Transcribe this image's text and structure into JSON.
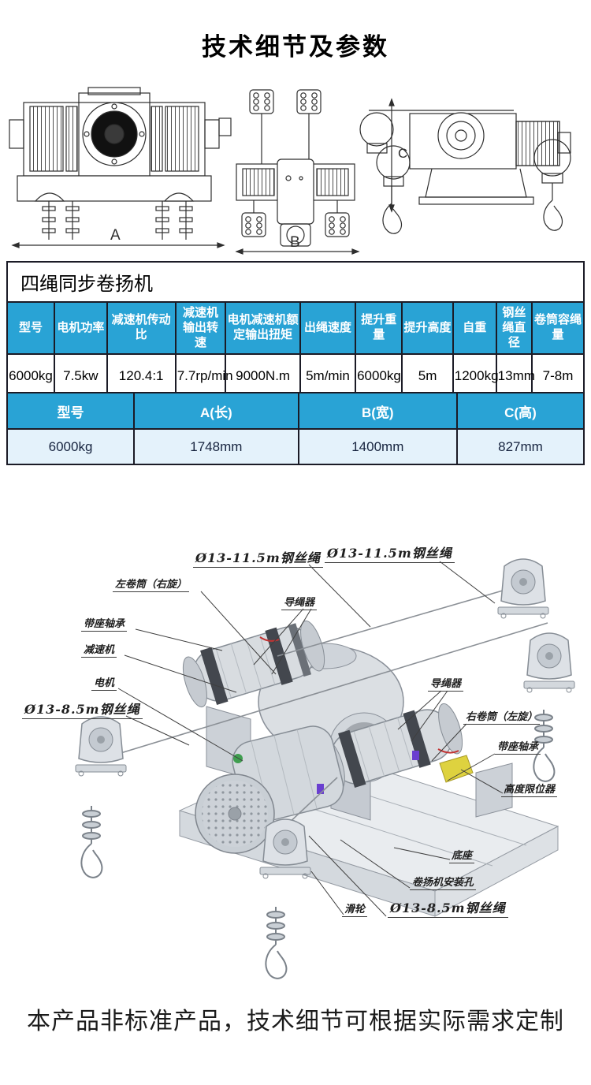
{
  "page": {
    "title": "技术细节及参数",
    "footer_note": "本产品非标准产品，技术细节可根据实际需求定制"
  },
  "colors": {
    "table_header_bg": "#29A3D5",
    "table_alt_row_bg": "#E4F2FB",
    "table_border": "#1B1B26",
    "drawing_stroke": "#2E2E2E",
    "render_gray": "#D8DCE0"
  },
  "drawings": {
    "dim_a": "A",
    "dim_b": "B",
    "dim_c": "C"
  },
  "spec_table": {
    "title": "四绳同步卷扬机",
    "headers": [
      "型号",
      "电机功率",
      "减速机传动比",
      "减速机输出转速",
      "电机减速机额定输出扭矩",
      "出绳速度",
      "提升重量",
      "提升高度",
      "自重",
      "钢丝绳直径",
      "卷筒容绳量"
    ],
    "row": [
      "6000kg",
      "7.5kw",
      "120.4:1",
      "7.7rp/min",
      "9000N.m",
      "5m/min",
      "6000kg",
      "5m",
      "1200kg",
      "13mm",
      "7-8m"
    ]
  },
  "dimension_table": {
    "headers": [
      "型号",
      "A(长)",
      "B(宽)",
      "C(高)"
    ],
    "row": [
      "6000kg",
      "1748mm",
      "1400mm",
      "827mm"
    ]
  },
  "diagram": {
    "labels": [
      {
        "text": "Ø13-11.5m钢丝绳"
      },
      {
        "text": "Ø13-11.5m钢丝绳"
      },
      {
        "text": "左卷筒（右旋）"
      },
      {
        "text": "导绳器"
      },
      {
        "text": "带座轴承"
      },
      {
        "text": "减速机"
      },
      {
        "text": "电机"
      },
      {
        "text": "Ø13-8.5m钢丝绳"
      },
      {
        "text": "导绳器"
      },
      {
        "text": "右卷筒（左旋）"
      },
      {
        "text": "带座轴承"
      },
      {
        "text": "高度限位器"
      },
      {
        "text": "底座"
      },
      {
        "text": "卷扬机安装孔"
      },
      {
        "text": "滑轮"
      },
      {
        "text": "Ø13-8.5m钢丝绳"
      }
    ]
  }
}
